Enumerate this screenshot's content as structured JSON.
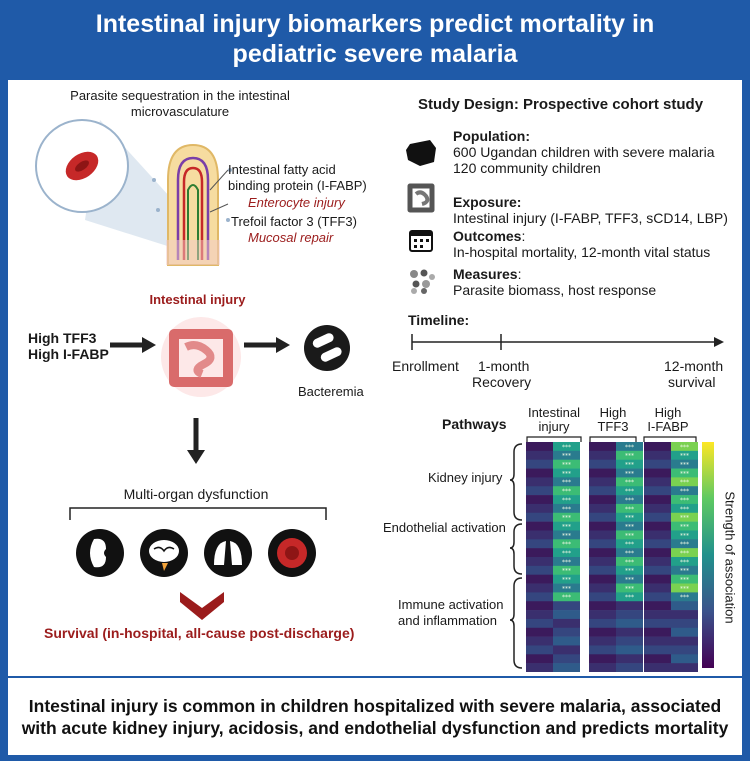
{
  "title": "Intestinal injury biomarkers predict mortality in pediatric severe malaria",
  "left": {
    "sequestration_label": "Parasite sequestration in the intestinal microvasculature",
    "ifabp_label": "Intestinal fatty acid binding protein (I-FABP)",
    "enterocyte_injury": "Enterocyte injury",
    "tff3_label": "Trefoil factor 3 (TFF3)",
    "mucosal_repair": "Mucosal repair",
    "intestinal_injury": "Intestinal injury",
    "high_tff3": "High TFF3",
    "high_ifabp": "High I-FABP",
    "bacteremia": "Bacteremia",
    "multi_organ": "Multi-organ dysfunction",
    "survival": "Survival (in-hospital, all-cause post-discharge)"
  },
  "study": {
    "title": "Study Design: Prospective cohort study",
    "population_label": "Population:",
    "population_line1": "600 Ugandan children with severe malaria",
    "population_line2": "120 community children",
    "exposure_label": "Exposure:",
    "exposure_text": "Intestinal injury (I-FABP, TFF3, sCD14, LBP)",
    "outcomes_label": "Outcomes",
    "outcomes_colon": ":",
    "outcomes_text": "In-hospital mortality, 12-month vital status",
    "measures_label": "Measures",
    "measures_colon": ":",
    "measures_text": "Parasite biomass, host response"
  },
  "timeline": {
    "label": "Timeline:",
    "enrollment": "Enrollment",
    "one_month_a": "1-month",
    "one_month_b": "Recovery",
    "twelve_a": "12-month",
    "twelve_b": "survival"
  },
  "heatmap": {
    "pathways_label": "Pathways",
    "col_groups": [
      {
        "line1": "Intestinal",
        "line2": "injury"
      },
      {
        "line1": "High",
        "line2": "TFF3"
      },
      {
        "line1": "High",
        "line2": "I-FABP"
      }
    ],
    "sign_minus": "−",
    "sign_plus": "+",
    "row_groups": [
      {
        "line1": "Kidney injury",
        "line2": ""
      },
      {
        "line1": "Endothelial activation",
        "line2": ""
      },
      {
        "line1": "Immune activation",
        "line2": "and inflammation"
      }
    ],
    "colorbar_label": "Strength of association",
    "star_text": "***"
  },
  "footer": "Intestinal injury is common in children hospitalized with severe malaria, associated with acute kidney injury, acidosis, and endothelial dysfunction and predicts mortality",
  "colors": {
    "frame": "#1f5aa8",
    "accent_red": "#9b1c1c",
    "arrow_dark": "#222222"
  }
}
